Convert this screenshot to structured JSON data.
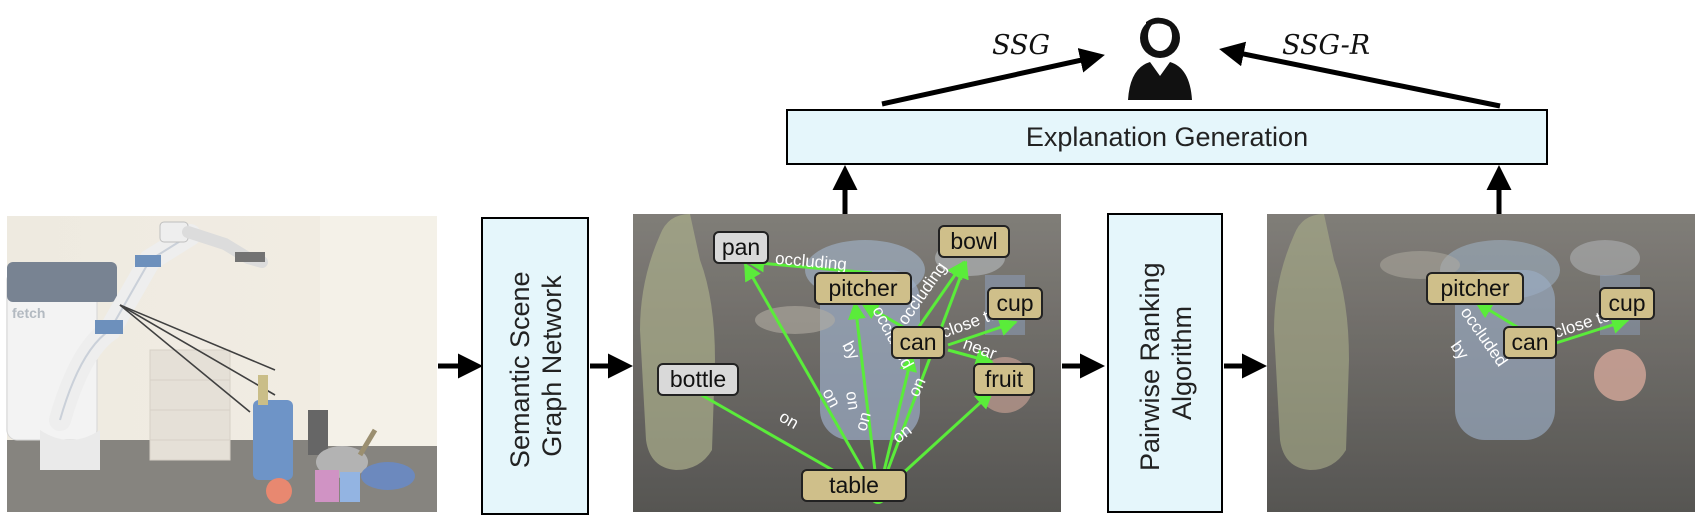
{
  "top": {
    "ssg_label": "SSG",
    "ssgr_label": "SSG-R",
    "explanation_box": "Explanation Generation",
    "user_icon": "person-icon"
  },
  "left_photo": {
    "robot_logo": "fetch"
  },
  "boxes": {
    "ssg_network": [
      "Semantic Scene",
      "Graph Network"
    ],
    "ranking": [
      "Pairwise Ranking",
      "Algorithm"
    ]
  },
  "graph1": {
    "nodes": {
      "pan": "pan",
      "pitcher": "pitcher",
      "bowl": "bowl",
      "cup": "cup",
      "can": "can",
      "bottle": "bottle",
      "fruit": "fruit",
      "table": "table"
    },
    "edges": {
      "occluding_pan": "occluding",
      "occluding_bowl": "occluding",
      "occluded_by_1": "occluded",
      "occluded_by_2": "by",
      "close_to": "close to",
      "near": "near",
      "on_bottle": "on",
      "on_pan": "on",
      "on_pitcher": "on",
      "on_can": "on",
      "on_bowl": "on",
      "on_fruit": "on"
    }
  },
  "graph2": {
    "nodes": {
      "pitcher": "pitcher",
      "can": "can",
      "cup": "cup"
    },
    "edges": {
      "occluded_by_1": "occluded",
      "occluded_by_2": "by",
      "close_to": "close to"
    }
  },
  "colors": {
    "edge_green": "#5aec3a",
    "object_node": "#cfbf8a",
    "surface_node": "#d9d9d9",
    "box_fill": "#e5f6fb"
  }
}
